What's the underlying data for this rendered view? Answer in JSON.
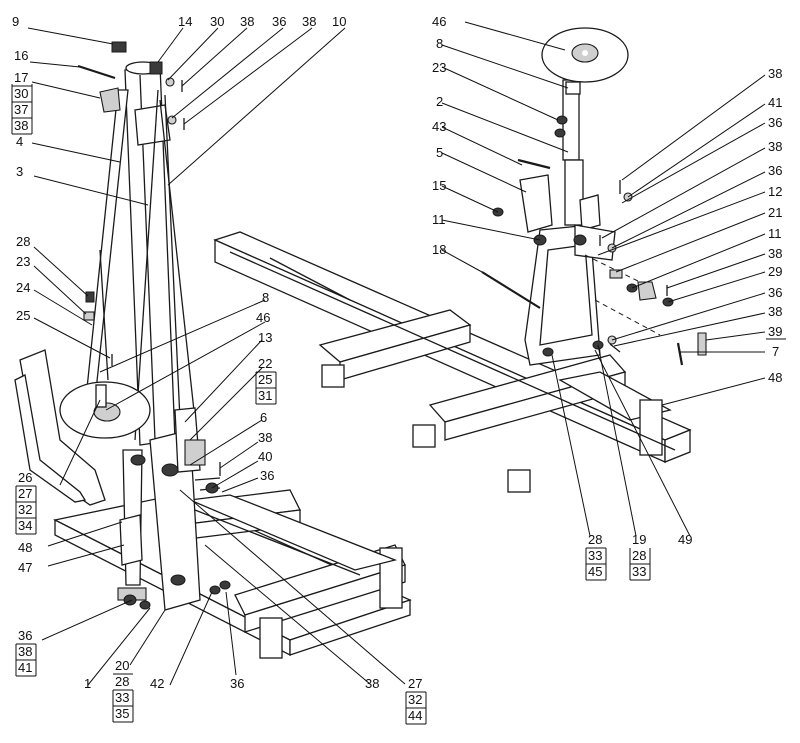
{
  "left": {
    "callouts": [
      "9",
      "14",
      "30",
      "38",
      "36",
      "38",
      "10",
      "16",
      "4",
      "3",
      "28",
      "23",
      "24",
      "25",
      "8",
      "46",
      "13",
      "6",
      "38",
      "40",
      "36",
      "48",
      "47",
      "1",
      "42",
      "36",
      "38"
    ],
    "stack_17": [
      "17",
      "30",
      "37",
      "38"
    ],
    "stack_22": [
      "22",
      "25",
      "31"
    ],
    "stack_26": [
      "26",
      "27",
      "32",
      "34"
    ],
    "stack_36": [
      "36",
      "38",
      "41"
    ],
    "stack_20": [
      "20",
      "28",
      "33",
      "35"
    ],
    "stack_27": [
      "27",
      "32",
      "44"
    ]
  },
  "right": {
    "callouts": [
      "46",
      "8",
      "23",
      "2",
      "43",
      "5",
      "15",
      "11",
      "18",
      "38",
      "41",
      "36",
      "38",
      "36",
      "12",
      "21",
      "11",
      "38",
      "29",
      "36",
      "38",
      "39",
      "7",
      "48",
      "49"
    ],
    "stack_28": [
      "28",
      "33",
      "45"
    ],
    "stack_19": [
      "19",
      "28",
      "33"
    ]
  }
}
